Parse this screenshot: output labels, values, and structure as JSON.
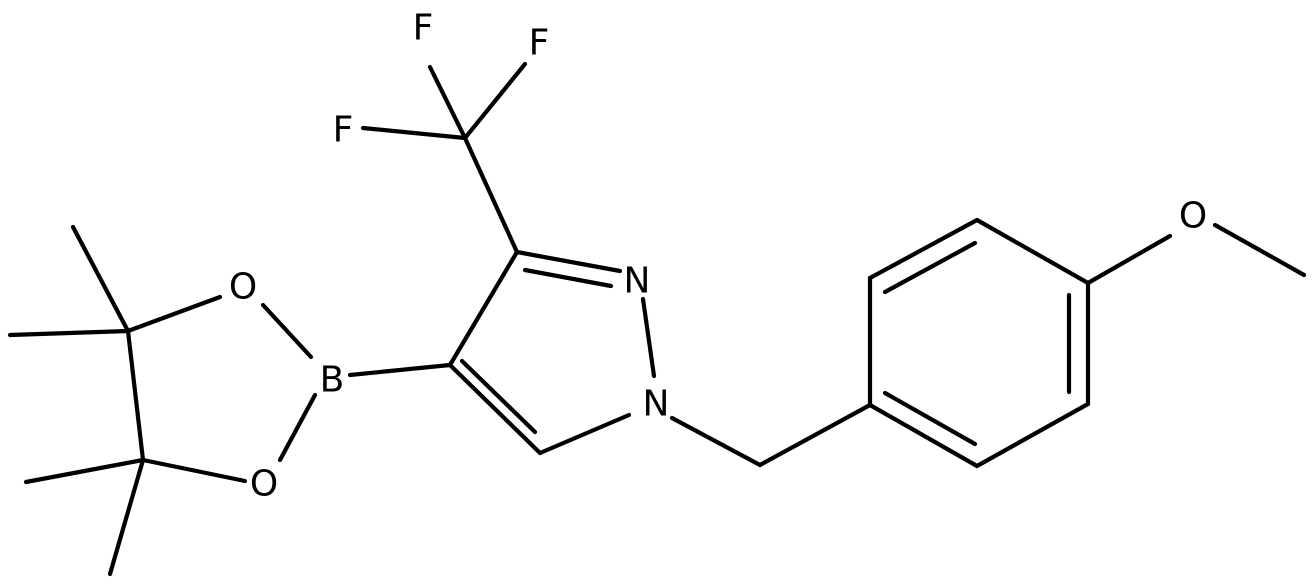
{
  "structure": {
    "atoms": {
      "f1": "F",
      "f2": "F",
      "f3": "F",
      "n2": "N",
      "n1": "N",
      "b": "B",
      "o_upper": "O",
      "o_lower": "O",
      "o_methoxy": "O"
    }
  }
}
